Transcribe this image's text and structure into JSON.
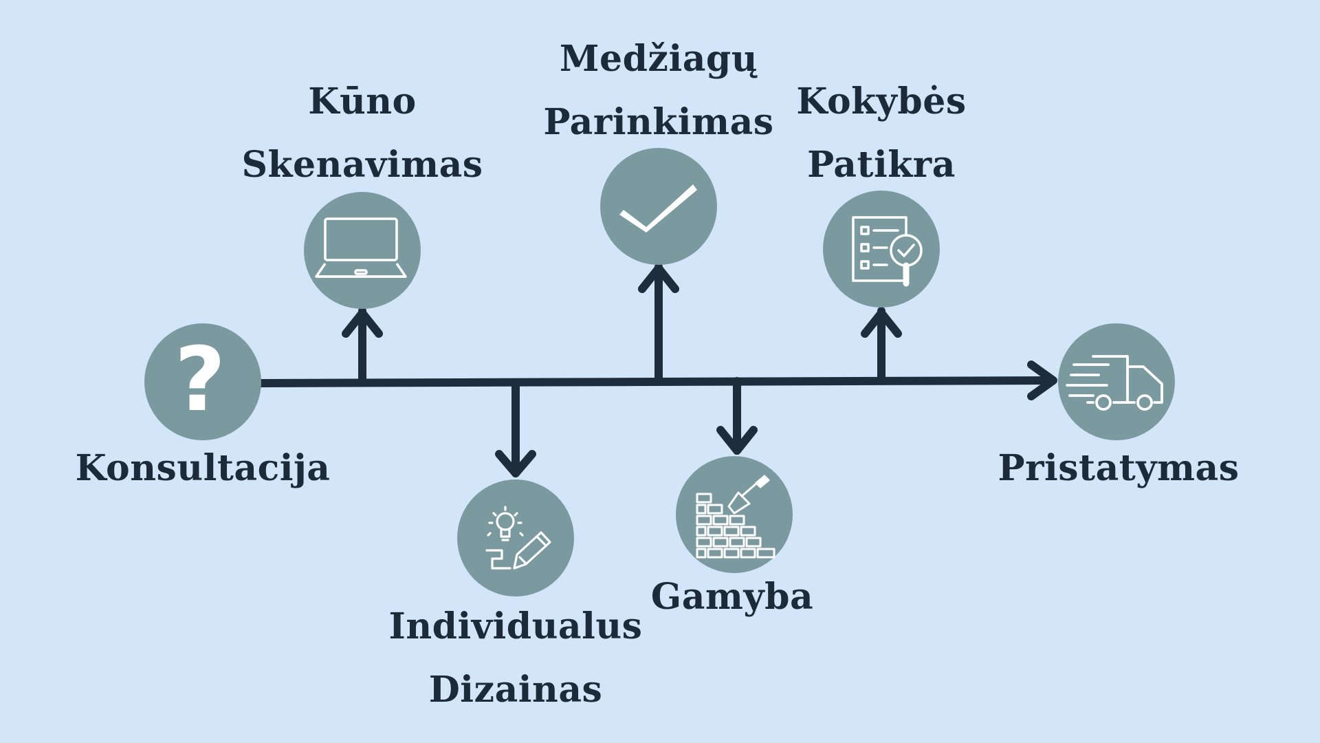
{
  "steps": [
    {
      "id": "konsultacija",
      "label_lines": [
        "Konsultacija"
      ],
      "icon": "question-mark-icon"
    },
    {
      "id": "kuno-skenavimas",
      "label_lines": [
        "Kūno",
        "Skenavimas"
      ],
      "icon": "laptop-icon"
    },
    {
      "id": "individualus-dizainas",
      "label_lines": [
        "Individualus",
        "Dizainas"
      ],
      "icon": "idea-pencil-icon"
    },
    {
      "id": "medziagu-parinkimas",
      "label_lines": [
        "Medžiagų",
        "Parinkimas"
      ],
      "icon": "checkmark-icon"
    },
    {
      "id": "gamyba",
      "label_lines": [
        "Gamyba"
      ],
      "icon": "brick-wall-trowel-icon"
    },
    {
      "id": "kokybes-patikra",
      "label_lines": [
        "Kokybės",
        "Patikra"
      ],
      "icon": "checklist-magnifier-icon"
    },
    {
      "id": "pristatymas",
      "label_lines": [
        "Pristatymas"
      ],
      "icon": "delivery-truck-icon"
    }
  ],
  "colors": {
    "background": "#d3e5f8",
    "node_fill": "#7a9aa0",
    "line": "#1e2d3c",
    "text": "#1c2b3a",
    "icon": "#ffffff"
  }
}
